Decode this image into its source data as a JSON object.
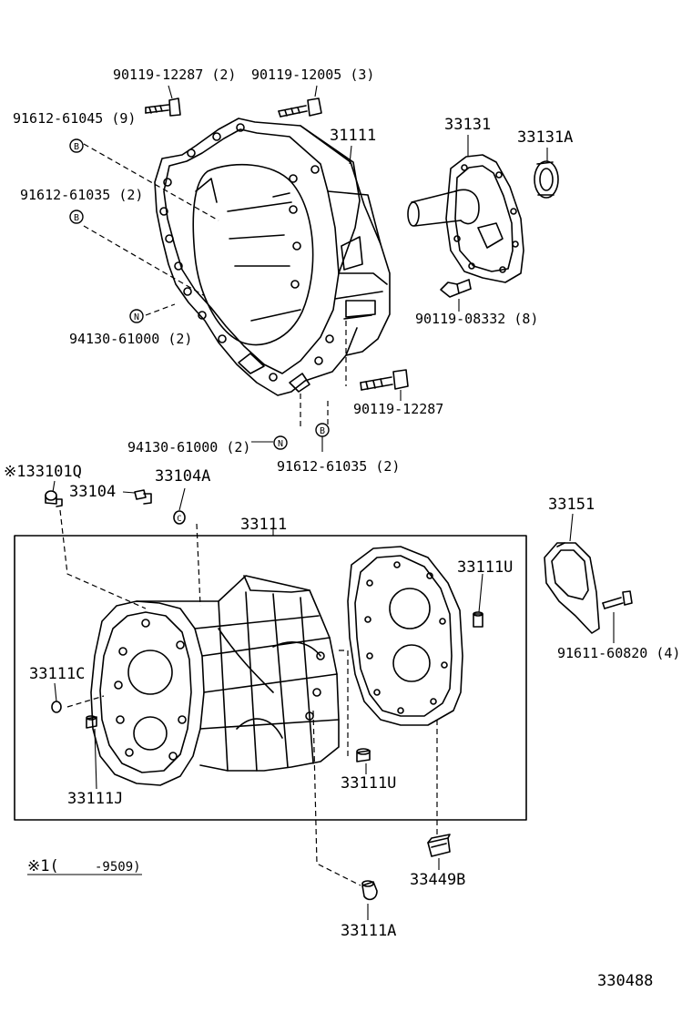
{
  "diagram": {
    "callouts": {
      "bolt_12287_2": "90119-12287 (2)",
      "bolt_12005_3": "90119-12005 (3)",
      "plug_61045_9": "91612-61045 (9)",
      "plug_61035_2_top": "91612-61035 (2)",
      "pin_61000_2_left": "94130-61000 (2)",
      "pin_61000_2_bottom": "94130-61000 (2)",
      "plug_61035_2_bottom": "91612-61035 (2)",
      "bolt_12287": "90119-12287",
      "bolt_08332_8": "90119-08332 (8)",
      "housing_31111": "31111",
      "retainer_33131": "33131",
      "seal_33131A": "33131A",
      "part_133101Q": "※133101Q",
      "plug_33104": "33104",
      "gasket_33104A": "33104A",
      "case_33111_frame": "33111",
      "pin_33111U_top": "33111U",
      "cover_33151": "33151",
      "bolt_60820_4": "91611-60820 (4)",
      "plug_33111C": "33111C",
      "pin_33111J": "33111J",
      "pin_33111U_bottom": "33111U",
      "plug_33111A": "33111A",
      "breather_33449B": "33449B",
      "footnote_marker": "※1(",
      "footnote_range": "-9509)",
      "figure_number": "330488"
    },
    "markers": {
      "B": "B",
      "N": "N",
      "C": "C"
    }
  }
}
